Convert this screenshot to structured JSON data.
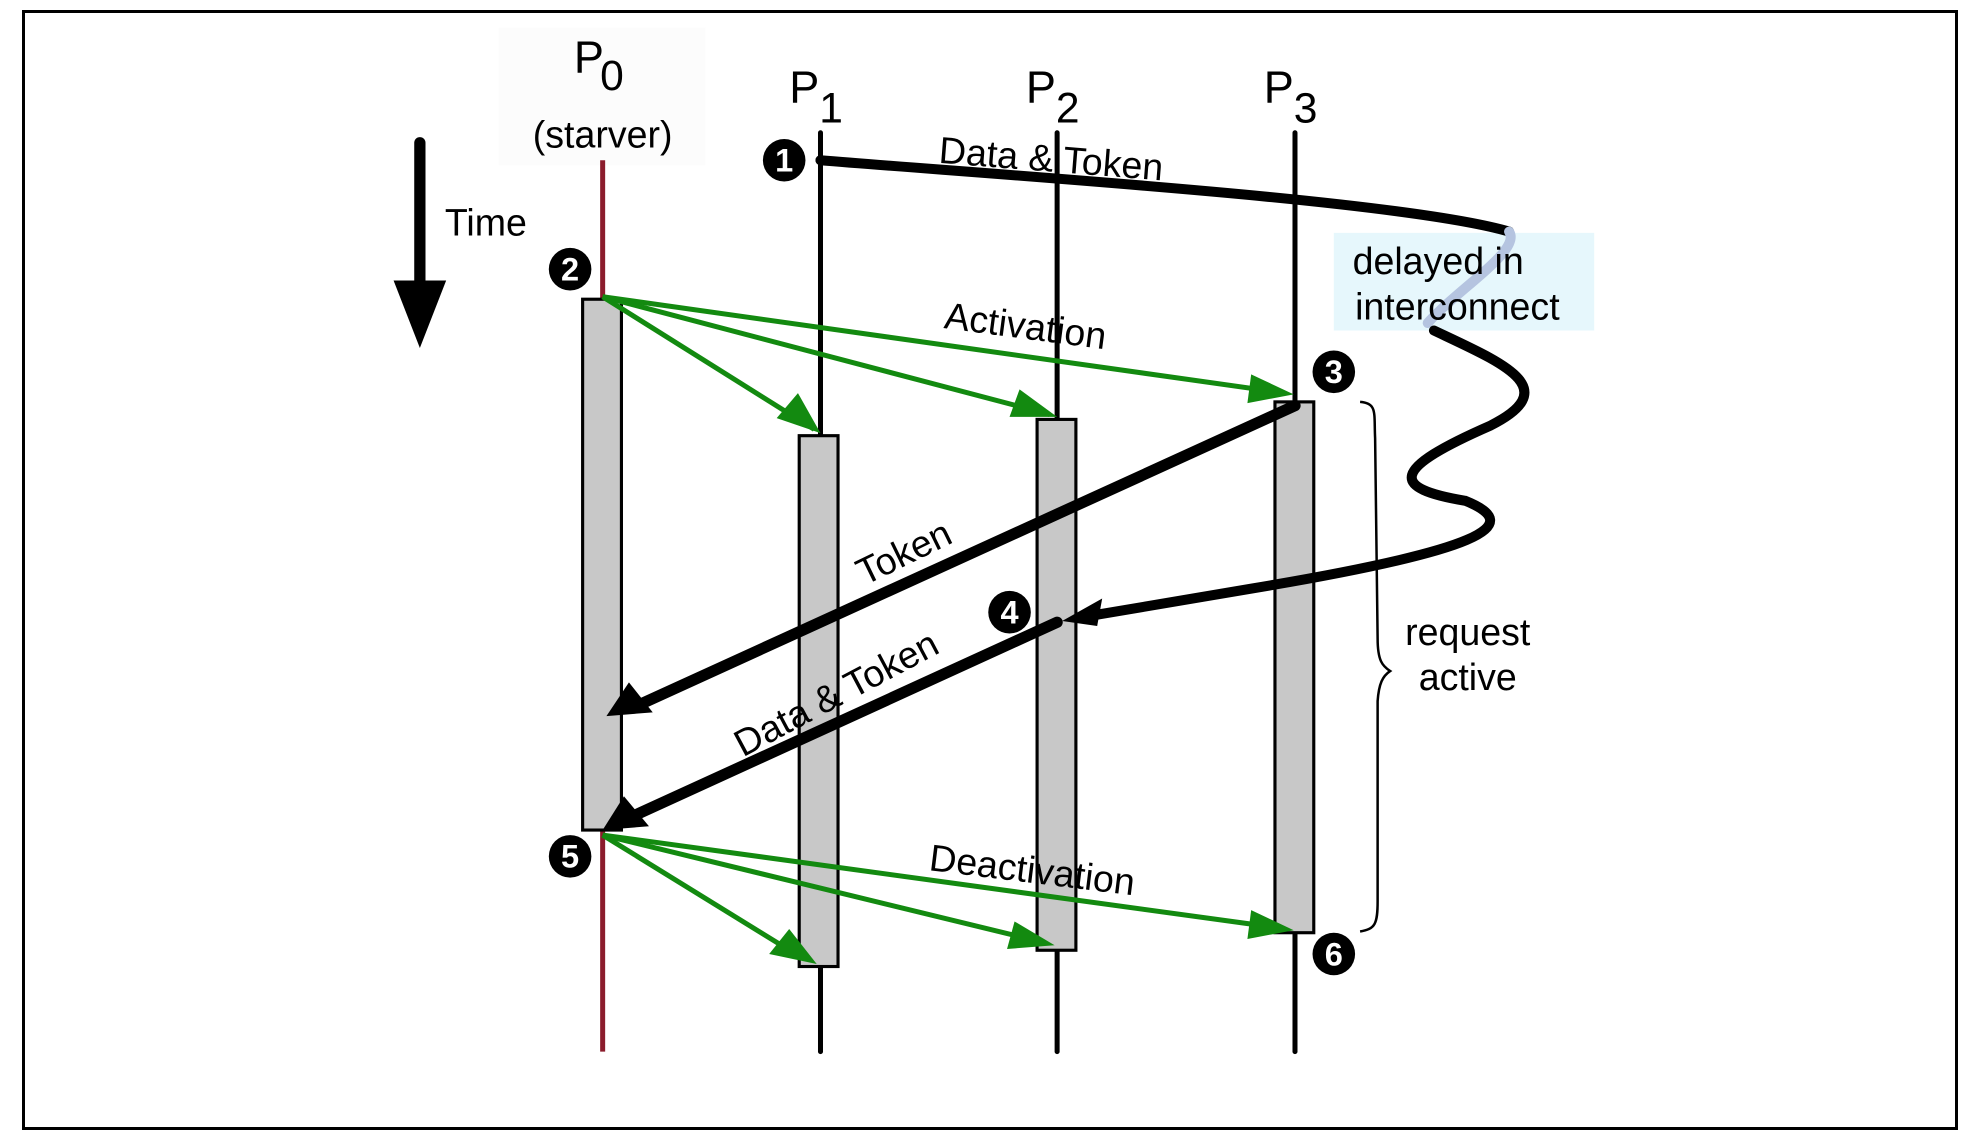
{
  "processors": [
    {
      "name": "P",
      "sub": "0",
      "note": "(starver)"
    },
    {
      "name": "P",
      "sub": "1"
    },
    {
      "name": "P",
      "sub": "2"
    },
    {
      "name": "P",
      "sub": "3"
    }
  ],
  "time_label": "Time",
  "messages": {
    "data_token_top": "Data & Token",
    "activation": "Activation",
    "token": "Token",
    "data_token_bottom": "Data & Token",
    "deactivation": "Deactivation"
  },
  "annotations": {
    "delayed_line1": "delayed in",
    "delayed_line2": "interconnect",
    "request_line1": "request",
    "request_line2": "active"
  },
  "steps": [
    "1",
    "2",
    "3",
    "4",
    "5",
    "6"
  ],
  "colors": {
    "starver_line": "#8b1c2c",
    "activation_arrow": "#138a10",
    "active_bar": "#c8c8c8",
    "highlight": "#e6f7fc"
  }
}
